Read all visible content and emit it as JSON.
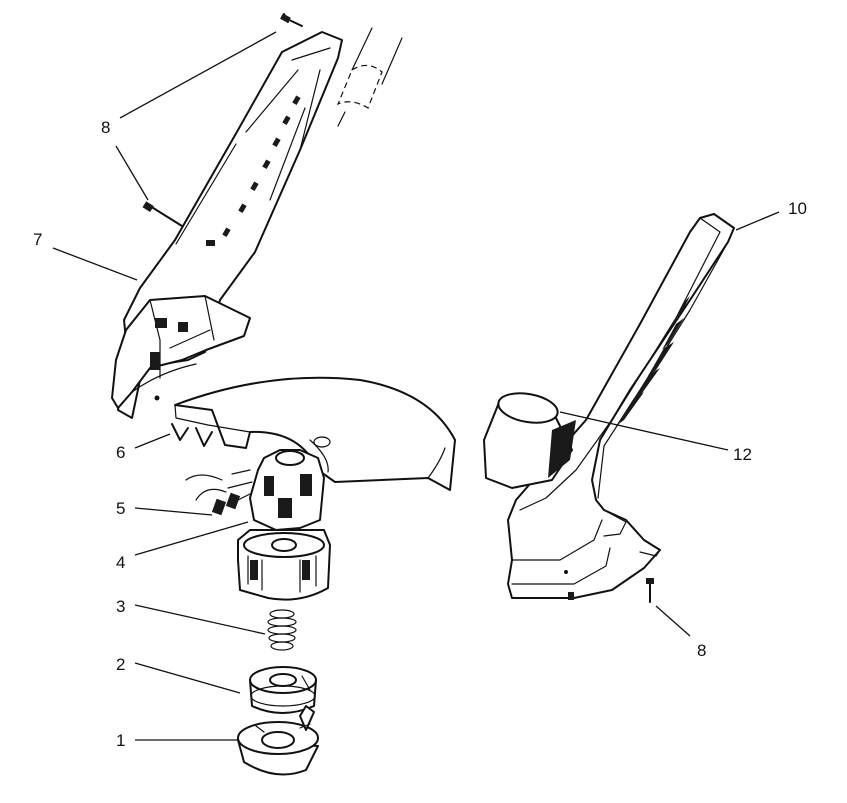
{
  "callouts": [
    {
      "id": "1",
      "text": "1"
    },
    {
      "id": "2",
      "text": "2"
    },
    {
      "id": "3",
      "text": "3"
    },
    {
      "id": "4",
      "text": "4"
    },
    {
      "id": "5",
      "text": "5"
    },
    {
      "id": "6",
      "text": "6"
    },
    {
      "id": "7",
      "text": "7"
    },
    {
      "id": "8a",
      "text": "8"
    },
    {
      "id": "8b",
      "text": "8"
    },
    {
      "id": "10",
      "text": "10"
    },
    {
      "id": "12",
      "text": "12"
    }
  ]
}
